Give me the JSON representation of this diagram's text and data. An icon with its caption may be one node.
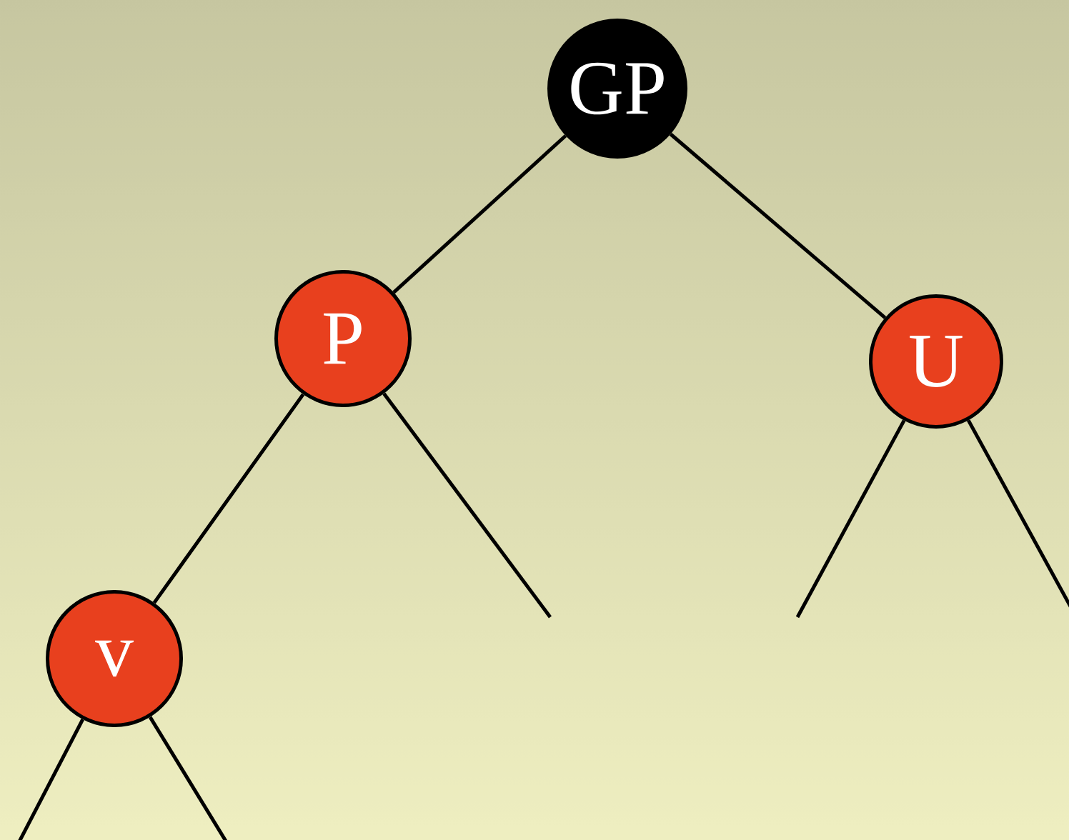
{
  "diagram": {
    "nodes": [
      {
        "text": [
          "GP"
        ]
      },
      {
        "text": [
          "P"
        ]
      },
      {
        "text": [
          "U"
        ]
      },
      {
        "text": [
          "v"
        ]
      }
    ],
    "edges": [
      {
        "from": 0,
        "to": 1,
        "arrow": "none"
      },
      {
        "from": 0,
        "to": 2,
        "arrow": "none"
      },
      {
        "from": 1,
        "to": 3,
        "arrow": "none"
      },
      {
        "from": 1,
        "to": null,
        "arrow": "none"
      },
      {
        "from": 2,
        "to": null,
        "arrow": "none"
      },
      {
        "from": 2,
        "to": null,
        "arrow": "none"
      },
      {
        "from": 3,
        "to": null,
        "arrow": "none"
      },
      {
        "from": 3,
        "to": null,
        "arrow": "none"
      }
    ]
  }
}
